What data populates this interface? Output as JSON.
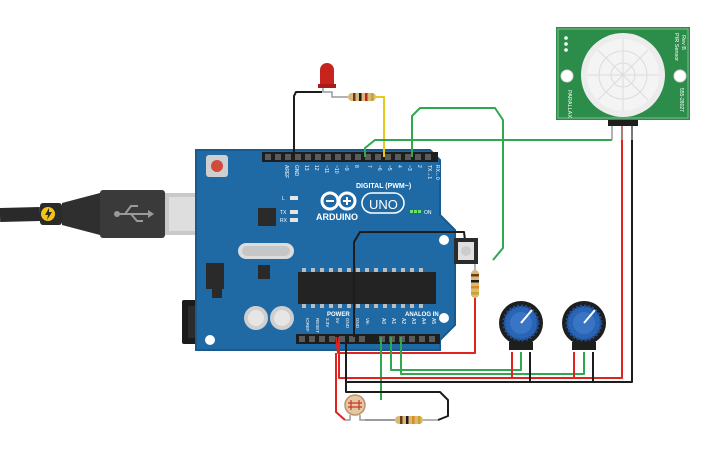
{
  "board": {
    "logo": "ARDUINO",
    "model": "UNO",
    "on_label": "ON",
    "led_l": "L",
    "led_tx": "TX",
    "led_rx": "RX",
    "digital_header": "DIGITAL (PWM~)",
    "power_header": "POWER",
    "analog_header": "ANALOG IN",
    "aref": "AREF",
    "gnd_top": "GND",
    "digital_pins": [
      "13",
      "12",
      "~11",
      "~10",
      "~9",
      "8",
      "7",
      "~6",
      "~5",
      "4",
      "~3",
      "2",
      "TX→1",
      "RX←0"
    ],
    "power_pins": [
      "IOREF",
      "RESET",
      "3.3V",
      "5V",
      "GND",
      "GND",
      "Vin"
    ],
    "analog_pins": [
      "A0",
      "A1",
      "A2",
      "A3",
      "A4",
      "A5"
    ]
  },
  "pir_sensor": {
    "title": "PIR Sensor",
    "rev": "Rev B",
    "brand": "PARALLAX",
    "part": "555-28027"
  },
  "colors": {
    "board": "#1f6aa5",
    "wire_green": "#2fa84f",
    "wire_red": "#e0231f",
    "wire_black": "#1c1c1c",
    "wire_yellow": "#e8c81a",
    "pir_green": "#2c8c4a",
    "led_red": "#c8241e",
    "knob_blue": "#2a64b5"
  },
  "icons": {
    "usb": "usb-icon",
    "lightning": "lightning-icon"
  }
}
